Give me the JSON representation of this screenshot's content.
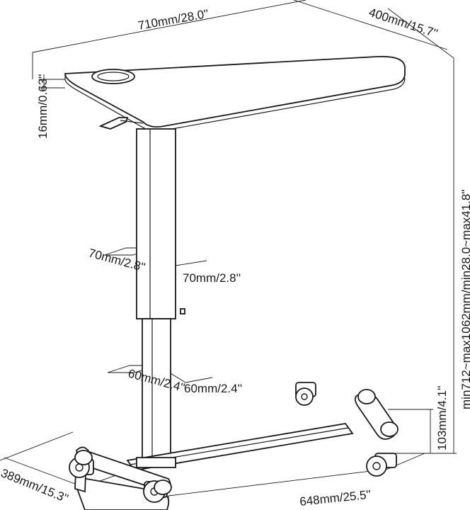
{
  "dimensions": {
    "top_width": "710mm/28.0''",
    "top_depth": "400mm/15.7''",
    "top_thickness": "16mm/0.63''",
    "height_range": "min712~max1062mm/min28.0~max41.8''",
    "upper_column_a": "70mm/2.8''",
    "upper_column_b": "70mm/2.8''",
    "lower_column_a": "60mm/2.4''",
    "lower_column_b": "60mm/2.4''",
    "base_height": "103mm/4.1''",
    "base_depth": "389mm/15.3''",
    "base_width": "648mm/25.5''"
  }
}
